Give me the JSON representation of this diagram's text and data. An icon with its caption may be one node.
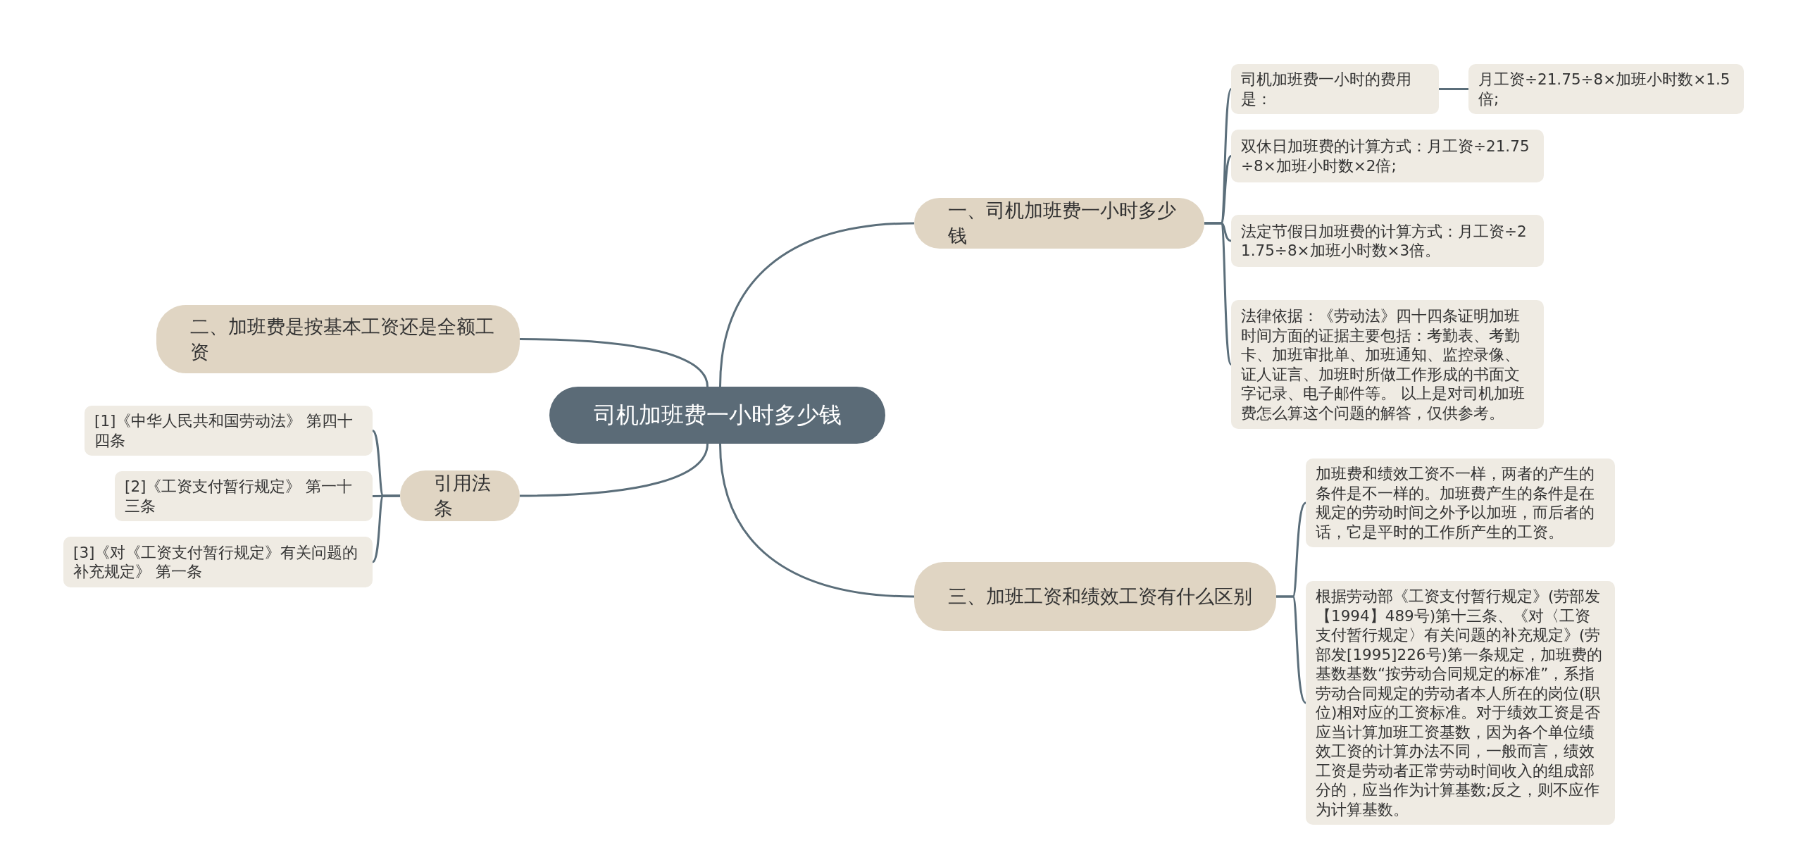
{
  "diagram": {
    "nodes": [
      {
        "text": [
          "司机加班费一小时多少钱"
        ]
      },
      {
        "text": [
          "一、司机加班费一小时多少钱"
        ]
      },
      {
        "text": [
          "司机加班费一小时的费用是："
        ]
      },
      {
        "text": [
          "月工资÷21.75÷8×加班小时数×1.5倍;"
        ]
      },
      {
        "text": [
          "双休日加班费的计算方式：月工资÷21.75÷8×加班小时数×2倍;"
        ]
      },
      {
        "text": [
          "法定节假日加班费的计算方式：月工资÷21.75÷8×加班小时数×3倍。"
        ]
      },
      {
        "text": [
          "法律依据：《劳动法》四十四条证明加班时间方面的证据主要包括：考勤表、考勤卡、加班审批单、加班通知、监控录像、证人证言、加班时所做工作形成的书面文字记录、电子邮件等。 以上是对司机加班费怎么算这个问题的解答，仅供参考。"
        ]
      },
      {
        "text": [
          "二、加班费是按基本工资还是全额工资"
        ]
      },
      {
        "text": [
          "引用法条"
        ]
      },
      {
        "text": [
          "[1]《中华人民共和国劳动法》 第四十四条"
        ]
      },
      {
        "text": [
          "[2]《工资支付暂行规定》 第一十三条"
        ]
      },
      {
        "text": [
          "[3]《对《工资支付暂行规定》有关问题的补充规定》 第一条"
        ]
      },
      {
        "text": [
          "三、加班工资和绩效工资有什么区别"
        ]
      },
      {
        "text": [
          "加班费和绩效工资不一样，两者的产生的条件是不一样的。加班费产生的条件是在规定的劳动时间之外予以加班，而后者的话，它是平时的工作所产生的工资。"
        ]
      },
      {
        "text": [
          "根据劳动部《工资支付暂行规定》(劳部发【1994】489号)第十三条、《对〈工资支付暂行规定〉有关问题的补充规定》(劳部发[1995]226号)第一条规定，加班费的基数基数“按劳动合同规定的标准”，系指劳动合同规定的劳动者本人所在的岗位(职位)相对应的工资标准。对于绩效工资是否应当计算加班工资基数，因为各个单位绩效工资的计算办法不同，一般而言，绩效工资是劳动者正常劳动时间收入的组成部分的，应当作为计算基数;反之，则不应作为计算基数。"
        ]
      }
    ],
    "edges": [
      {
        "from": 0,
        "to": 1,
        "arrow": "none"
      },
      {
        "from": 0,
        "to": 7,
        "arrow": "none"
      },
      {
        "from": 0,
        "to": 8,
        "arrow": "none"
      },
      {
        "from": 0,
        "to": 12,
        "arrow": "none"
      },
      {
        "from": 1,
        "to": 2,
        "arrow": "none"
      },
      {
        "from": 1,
        "to": 4,
        "arrow": "none"
      },
      {
        "from": 1,
        "to": 5,
        "arrow": "none"
      },
      {
        "from": 1,
        "to": 6,
        "arrow": "none"
      },
      {
        "from": 2,
        "to": 3,
        "arrow": "none"
      },
      {
        "from": 8,
        "to": 9,
        "arrow": "none"
      },
      {
        "from": 8,
        "to": 10,
        "arrow": "none"
      },
      {
        "from": 8,
        "to": 11,
        "arrow": "none"
      },
      {
        "from": 12,
        "to": 13,
        "arrow": "none"
      },
      {
        "from": 12,
        "to": 14,
        "arrow": "none"
      }
    ]
  }
}
